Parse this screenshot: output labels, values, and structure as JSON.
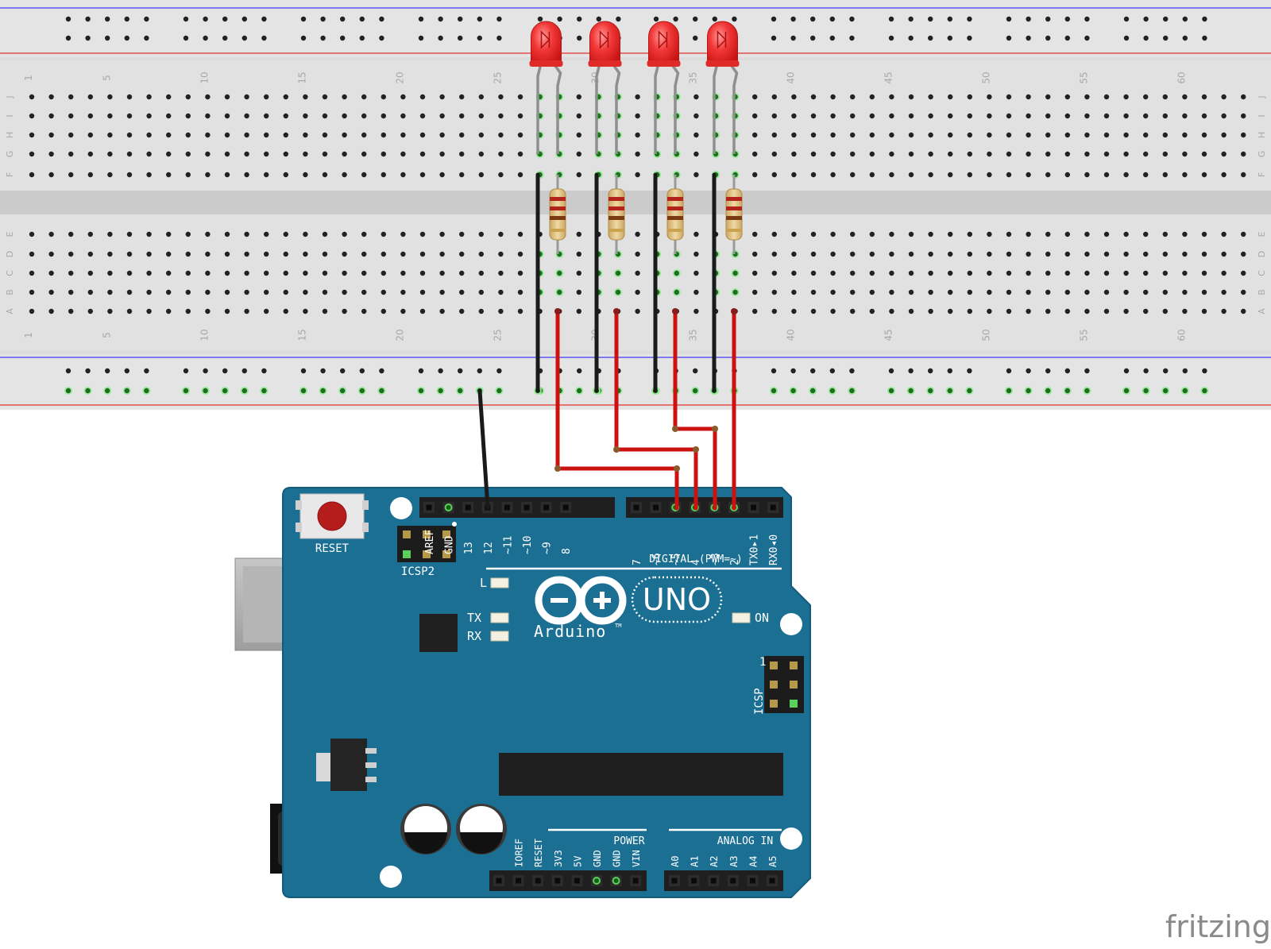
{
  "breadboard": {
    "row_letters_top": [
      "J",
      "I",
      "H",
      "G",
      "F"
    ],
    "row_letters_bottom": [
      "E",
      "D",
      "C",
      "B",
      "A"
    ],
    "column_numbers": [
      "1",
      "5",
      "10",
      "15",
      "20",
      "25",
      "30",
      "35",
      "40",
      "45",
      "50",
      "55",
      "60"
    ]
  },
  "leds": {
    "count": 4,
    "color": "#e8262a"
  },
  "resistors": {
    "count": 4
  },
  "wires": {
    "ground_color": "#1a1a1a",
    "signal_color": "#cc1111"
  },
  "arduino": {
    "board_color": "#1b6f93",
    "reset_label": "RESET",
    "icsp2_label": "ICSP2",
    "icsp_label": "ICSP",
    "icsp_pin1": "1",
    "digital_header_left": [
      "AREF",
      "GND",
      "13",
      "12",
      "~11",
      "~10",
      "~9",
      "8"
    ],
    "digital_header_right": [
      "7",
      "~6",
      "~5",
      "4",
      "~3",
      "2",
      "TX0▸1",
      "RX0◂0"
    ],
    "digital_label": "DIGITAL (PWM=~)",
    "led_l": "L",
    "led_tx": "TX",
    "led_rx": "RX",
    "led_on": "ON",
    "logo_text": "Arduino",
    "logo_tm": "TM",
    "model": "UNO",
    "power_label": "POWER",
    "analog_label": "ANALOG IN",
    "power_pins": [
      "IOREF",
      "RESET",
      "3V3",
      "5V",
      "GND",
      "GND",
      "VIN"
    ],
    "analog_pins": [
      "A0",
      "A1",
      "A2",
      "A3",
      "A4",
      "A5"
    ]
  },
  "watermark": "fritzing"
}
